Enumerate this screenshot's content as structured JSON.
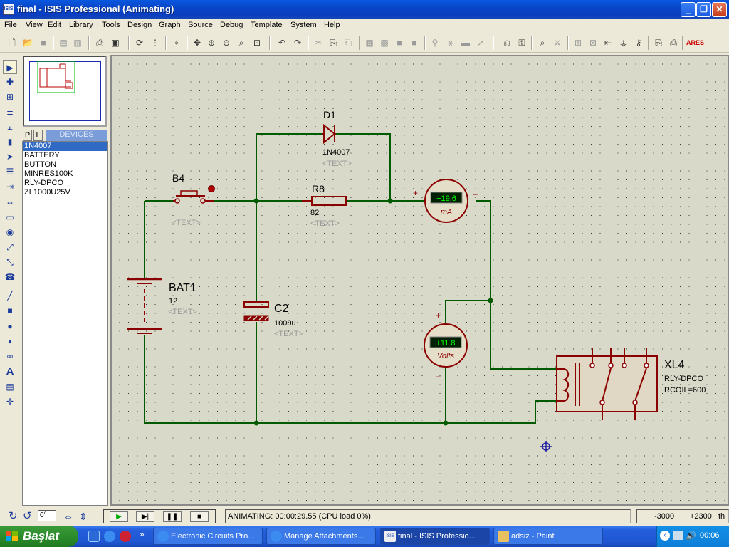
{
  "window": {
    "title": "final - ISIS Professional (Animating)",
    "app_icon_text": "ISIS"
  },
  "menu": [
    "File",
    "View",
    "Edit",
    "Library",
    "Tools",
    "Design",
    "Graph",
    "Source",
    "Debug",
    "Template",
    "System",
    "Help"
  ],
  "overview": {},
  "device_panel": {
    "tab_p": "P",
    "tab_l": "L",
    "header": "DEVICES",
    "items": [
      "1N4007",
      "BATTERY",
      "BUTTON",
      "MINRES100K",
      "RLY-DPCO",
      "ZL1000U25V"
    ],
    "selected": "1N4007"
  },
  "schematic": {
    "components": {
      "d1": {
        "ref": "D1",
        "value": "1N4007",
        "text": "<TEXT>"
      },
      "b4": {
        "ref": "B4",
        "text": "<TEXT>"
      },
      "r8": {
        "ref": "R8",
        "value": "82",
        "text": "<TEXT>"
      },
      "bat1": {
        "ref": "BAT1",
        "value": "12",
        "text": "<TEXT>"
      },
      "c2": {
        "ref": "C2",
        "value": "1000u",
        "text": "<TEXT>"
      },
      "ammeter": {
        "reading": "+19.6",
        "unit": "mA",
        "plus": "+",
        "minus": "–"
      },
      "voltmeter": {
        "reading": "+11.8",
        "unit": "Volts",
        "plus": "+",
        "minus": "–"
      },
      "xl4": {
        "ref": "XL4",
        "value": "RLY-DPCO",
        "param": "RCOIL=600"
      }
    },
    "colors": {
      "background": "#d9d9c9",
      "wire": "#005a00",
      "component": "#8b0000",
      "meter_display": "#00ff00"
    }
  },
  "statusbar": {
    "rotation": "0°",
    "status": "ANIMATING: 00:00:29.55 (CPU load 0%)",
    "x_coord": "-3000",
    "y_coord": "+2300",
    "units": "th"
  },
  "taskbar": {
    "start_label": "Başlat",
    "tasks": [
      {
        "label": "Electronic Circuits Pro...",
        "active": false
      },
      {
        "label": "Manage Attachments...",
        "active": false
      },
      {
        "label": "final - ISIS Professio...",
        "active": true
      },
      {
        "label": "adsiz - Paint",
        "active": false
      }
    ],
    "clock": "00:06"
  }
}
